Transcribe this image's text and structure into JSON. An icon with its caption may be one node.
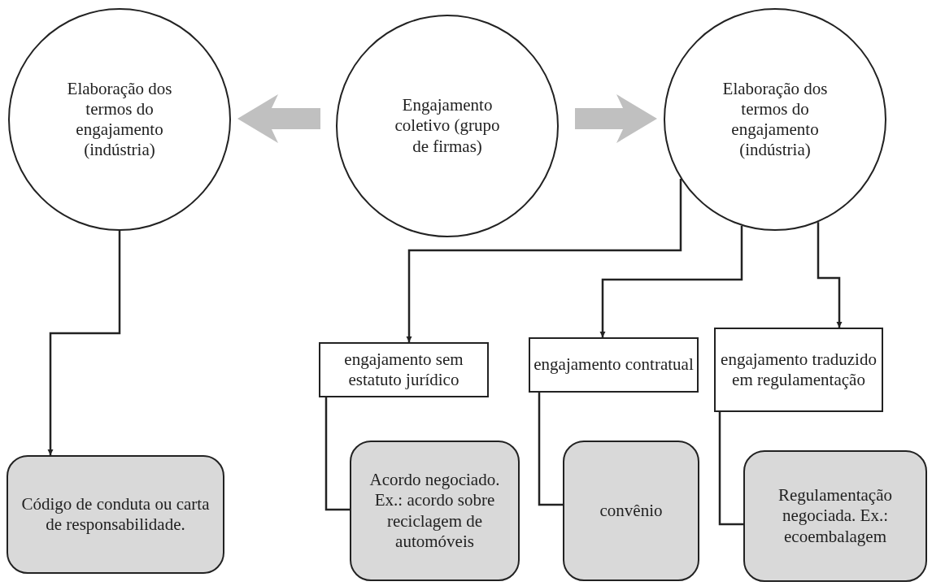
{
  "diagram": {
    "nodes": [
      {
        "text": [
          "Elaboração dos termos do engajamento (indústria)"
        ]
      },
      {
        "text": [
          "Engajamento coletivo (grupo de firmas)"
        ]
      },
      {
        "text": [
          "Elaboração dos termos do engajamento (indústria)"
        ]
      },
      {
        "text": [
          "Código de conduta ou carta de responsabilidade."
        ]
      },
      {
        "text": [
          "engajamento sem estatuto jurídico"
        ]
      },
      {
        "text": [
          "engajamento contratual"
        ]
      },
      {
        "text": [
          "engajamento traduzido em regulamentação"
        ]
      },
      {
        "text": [
          "Acordo negociado. Ex.: acordo sobre reciclagem de automóveis"
        ]
      },
      {
        "text": [
          "convênio"
        ]
      },
      {
        "text": [
          "Regulamentação negociada. Ex.: ecoembalagem"
        ]
      }
    ],
    "edges": [
      {
        "from": 1,
        "to": 0,
        "arrow": "to",
        "style": "thick",
        "color": "#c0c0c0"
      },
      {
        "from": 1,
        "to": 2,
        "arrow": "to",
        "style": "thick",
        "color": "#c0c0c0"
      },
      {
        "from": 0,
        "to": 3,
        "arrow": "to"
      },
      {
        "from": 2,
        "to": 4,
        "arrow": "to"
      },
      {
        "from": 2,
        "to": 5,
        "arrow": "to"
      },
      {
        "from": 2,
        "to": 6,
        "arrow": "to"
      },
      {
        "from": 4,
        "to": 7,
        "arrow": "none"
      },
      {
        "from": 5,
        "to": 8,
        "arrow": "none"
      },
      {
        "from": 6,
        "to": 9,
        "arrow": "none"
      }
    ]
  }
}
